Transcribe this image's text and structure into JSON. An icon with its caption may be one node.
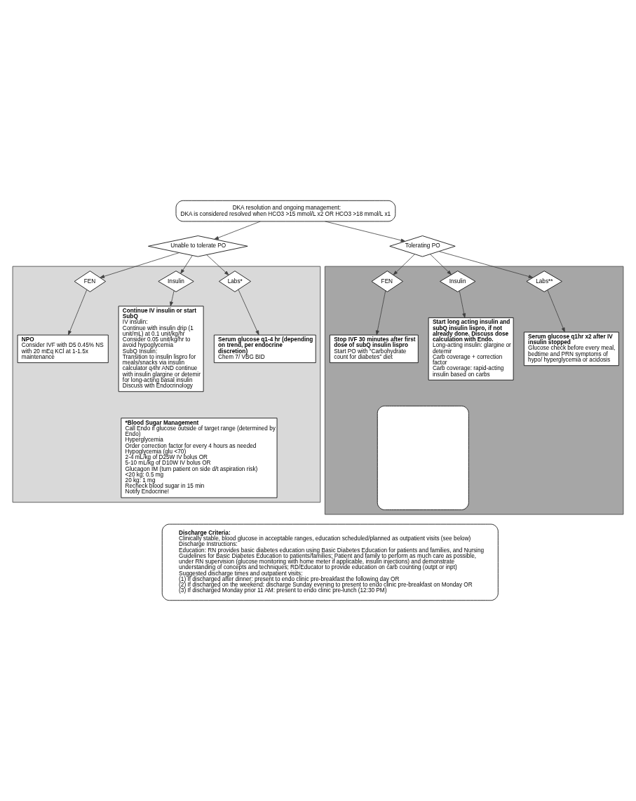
{
  "diagram": {
    "nodes": [
      {
        "text": [
          "DKA resolution and ongoing management:",
          "DKA is considered resolved when HCO3 >15 mmol/L x2 OR HCO3 >18 mmol/L x1"
        ]
      },
      {
        "text": [
          "Unable to tolerate PO"
        ]
      },
      {
        "text": [
          "Tolerating PO"
        ]
      },
      {
        "text": [],
        "shape": "box"
      },
      {
        "text": [
          "Labs*"
        ],
        "in": 3
      },
      {
        "text": [
          "Insulin"
        ],
        "in": 3
      },
      {
        "text": [
          "FEN"
        ],
        "in": 3
      },
      {
        "text": [
          "Serum glucose q1-4 hr (depending on trend, per endocrine discretion)",
          "Chem 7/ VBG BID"
        ],
        "in": 3
      },
      {
        "text": [
          "Continue IV insulin or start SubQ",
          "IV insulin:",
          "Continue with insulin drip (1 unit/mL) at 0.1 unit/kg/hr",
          "Consider 0.05 unit/kg/hr to avoid hypoglycemia",
          "SubQ Insulin:",
          "Transition to insulin lispro for meals/snacks via insulin calculator q4hr AND continue with insulin glargine or detemir for long-acting basal insulin",
          "Discuss with Endocrinology"
        ],
        "in": 3
      },
      {
        "text": [
          "NPO",
          "Consider IVF with D5 0.45% NS with 20 mEq KCl at 1-1.5x maintenance"
        ],
        "in": 3
      },
      {
        "text": [
          "*Blood Sugar Management",
          "Call Endo if glucose outside of target range (determined by Endo)",
          "Hyperglycemia",
          "Order correction factor for every 4 hours as needed",
          "Hypoglycemia (glu <70)",
          "2-4 mL/kg of D25W IV bolus OR",
          "5-10 mL/kg of D10W IV bolus OR",
          "Glucagon IM (turn patient on side d/t aspiration risk)",
          "<20 kg: 0.5 mg",
          "20 kg: 1 mg",
          "Recheck blood sugar in 15 min",
          "Notify Endocrine!"
        ],
        "in": 3
      },
      {
        "text": [],
        "shape": "box"
      },
      {
        "text": [
          "Labs**"
        ],
        "in": 11
      },
      {
        "text": [
          "Insulin"
        ],
        "in": 11
      },
      {
        "text": [
          "FEN"
        ],
        "in": 11
      },
      {
        "text": [
          "Serum glucose q1hr x2 after IV insulin stopped",
          "Glucose check before every meal, bedtime and PRN symptoms of hypo/ hyperglycemia or acidosis"
        ],
        "in": 11
      },
      {
        "text": [
          "Start long acting insulin and subQ insulin lispro, if not already done. Discuss dose calculation with Endo.",
          "Long-acting insulin: glargine or detemir",
          "Carb coverage + correction factor",
          "Carb coverage: rapid-acting insulin based on carbs"
        ],
        "in": 11
      },
      {
        "text": [
          "Stop IVF 30 minutes after first dose of subQ insulin lispro",
          "Start PO with “Carbohydrate count for diabetes” diet"
        ],
        "in": 11
      },
      {
        "text": [],
        "shape": "box",
        "in": 11
      },
      {
        "text": [
          "Discharge Criteria:",
          "Clinically stable, blood glucose in acceptable ranges, education scheduled/planned as outpatient visits (see below)",
          "Discharge Instructions:",
          "Education: RN provides basic diabetes education using Basic Diabetes Education for patients and families, and Nursing Guidelines for Basic Diabetes Education to patients/families; Patient and family to perform as much care as possible, under RN supervision (glucose monitoring with home meter if applicable, insulin injections) and demonstrate understanding of concepts and techniques; RD/Educator to provide education on carb counting (outpt or inpt)",
          "Suggested discharge times and outpatient visits:",
          "(1) If discharged after dinner: present to endo clinic pre-breakfast the following day OR",
          "(2) If discharged on the weekend: discharge Sunday evening to present to endo clinic pre-breakfast on Monday OR",
          "(3) If discharged Monday prior 11 AM: present to endo clinic pre-lunch (12:30 PM)"
        ]
      }
    ],
    "edges": [
      {
        "from": 0,
        "to": 1,
        "arrow": "to"
      },
      {
        "from": 0,
        "to": 2,
        "arrow": "to"
      },
      {
        "from": 1,
        "to": 4,
        "arrow": "to"
      },
      {
        "from": 1,
        "to": 5,
        "arrow": "to"
      },
      {
        "from": 1,
        "to": 6,
        "arrow": "to"
      },
      {
        "from": 4,
        "to": 7,
        "arrow": "to"
      },
      {
        "from": 5,
        "to": 8,
        "arrow": "to"
      },
      {
        "from": 6,
        "to": 9,
        "arrow": "to"
      },
      {
        "from": 2,
        "to": 12,
        "arrow": "to"
      },
      {
        "from": 2,
        "to": 13,
        "arrow": "to"
      },
      {
        "from": 2,
        "to": 14,
        "arrow": "to"
      },
      {
        "from": 12,
        "to": 15,
        "arrow": "to"
      },
      {
        "from": 13,
        "to": 16,
        "arrow": "to"
      },
      {
        "from": 14,
        "to": 17,
        "arrow": "to"
      }
    ]
  }
}
